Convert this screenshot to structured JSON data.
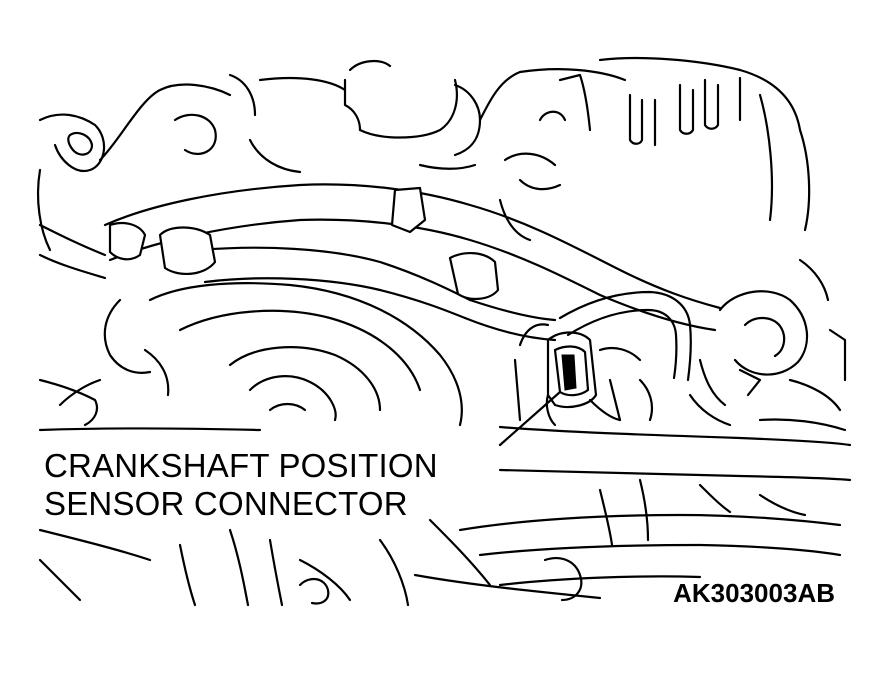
{
  "callout": {
    "line1": "CRANKSHAFT POSITION",
    "line2": "SENSOR CONNECTOR"
  },
  "figure_code": "AK303003AB",
  "colors": {
    "ink": "#000000",
    "paper": "#ffffff"
  }
}
